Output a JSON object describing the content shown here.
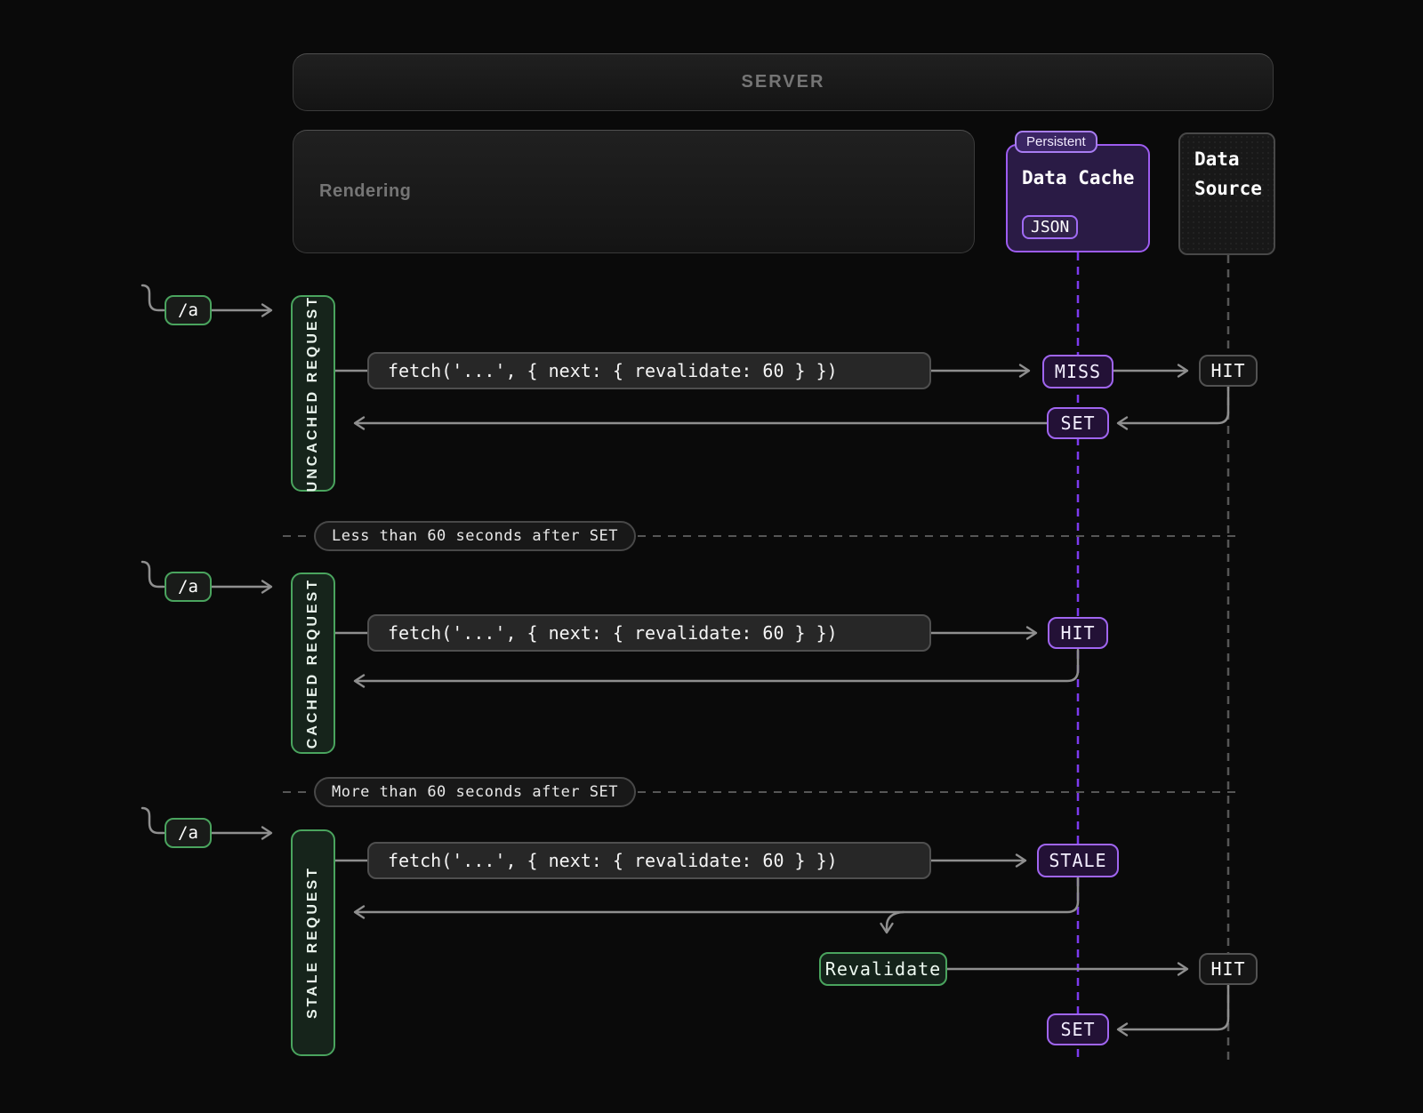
{
  "colors": {
    "background": "#0a0a0a",
    "purple_accent": "#a065f0",
    "purple_lifeline": "#7c3aed",
    "green_accent": "#4aa45e",
    "wire_gray": "#8f8f8f",
    "muted_text": "#757575"
  },
  "server": {
    "label": "SERVER"
  },
  "rendering": {
    "label": "Rendering"
  },
  "data_cache": {
    "tag": "Persistent",
    "title": "Data Cache",
    "format_badge": "JSON"
  },
  "data_source": {
    "title": "Data Source"
  },
  "dividers": [
    {
      "label": "Less than 60 seconds after SET"
    },
    {
      "label": "More than 60 seconds after SET"
    }
  ],
  "rows": [
    {
      "route": "/a",
      "label": "UNCACHED REQUEST",
      "fetch_call": "fetch('...', { next: { revalidate: 60 } })",
      "cache_result": "MISS",
      "source_result": "HIT",
      "cache_write": "SET"
    },
    {
      "route": "/a",
      "label": "CACHED REQUEST",
      "fetch_call": "fetch('...', { next: { revalidate: 60 } })",
      "cache_result": "HIT"
    },
    {
      "route": "/a",
      "label": "STALE REQUEST",
      "fetch_call": "fetch('...', { next: { revalidate: 60 } })",
      "cache_result": "STALE",
      "revalidate_label": "Revalidate",
      "source_result": "HIT",
      "cache_write": "SET"
    }
  ]
}
